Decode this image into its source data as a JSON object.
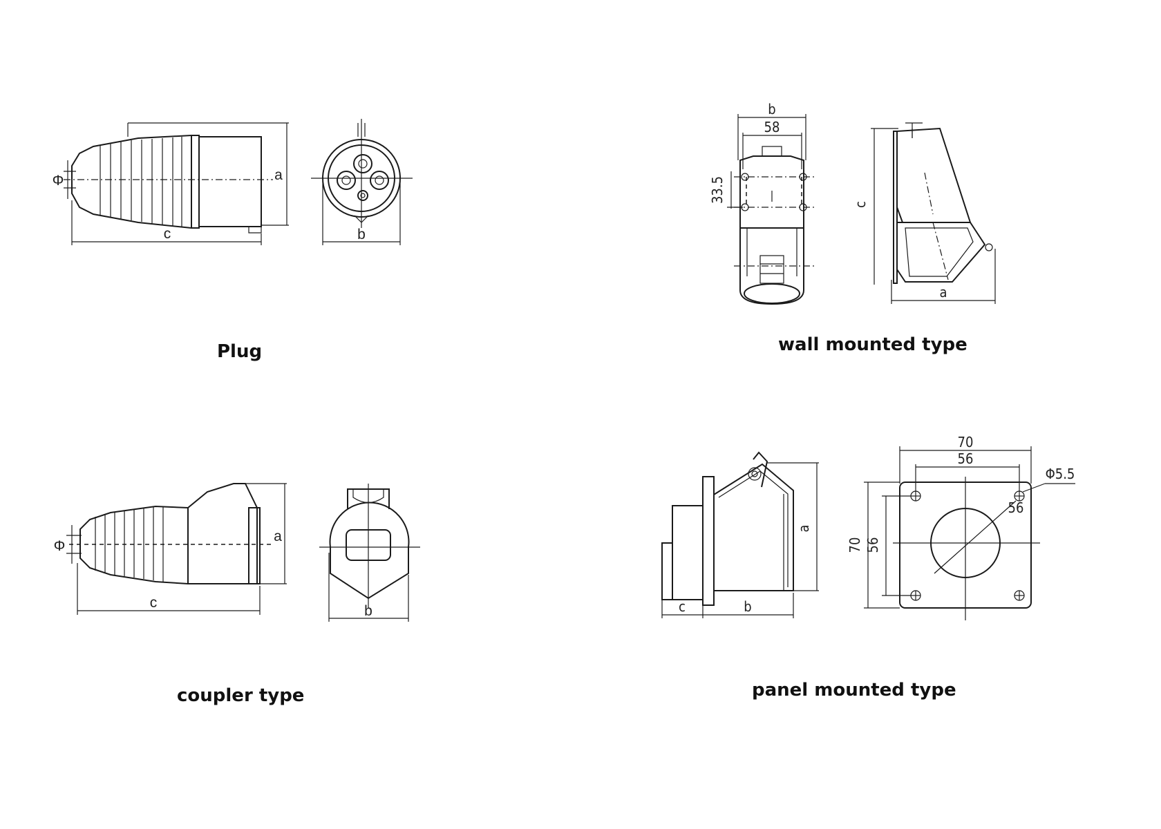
{
  "captions": {
    "plug": "Plug",
    "wall": "wall mounted type",
    "coupler": "coupler type",
    "panel": "panel mounted type"
  },
  "plug_labels": {
    "phi": "Φ",
    "a": "a",
    "b": "b",
    "c": "c"
  },
  "wall_labels": {
    "b": "b",
    "width_58": "58",
    "height_33_5": "33.5",
    "c": "c",
    "a": "a"
  },
  "coupler_labels": {
    "phi": "Φ",
    "a": "a",
    "b": "b",
    "c": "c"
  },
  "panel_labels": {
    "c": "c",
    "b": "b",
    "a": "a",
    "outer_70_top": "70",
    "inner_56_top": "56",
    "hole_diameter": "Φ5.5",
    "diag_56": "56",
    "outer_70_left": "70",
    "inner_56_left": "56"
  }
}
